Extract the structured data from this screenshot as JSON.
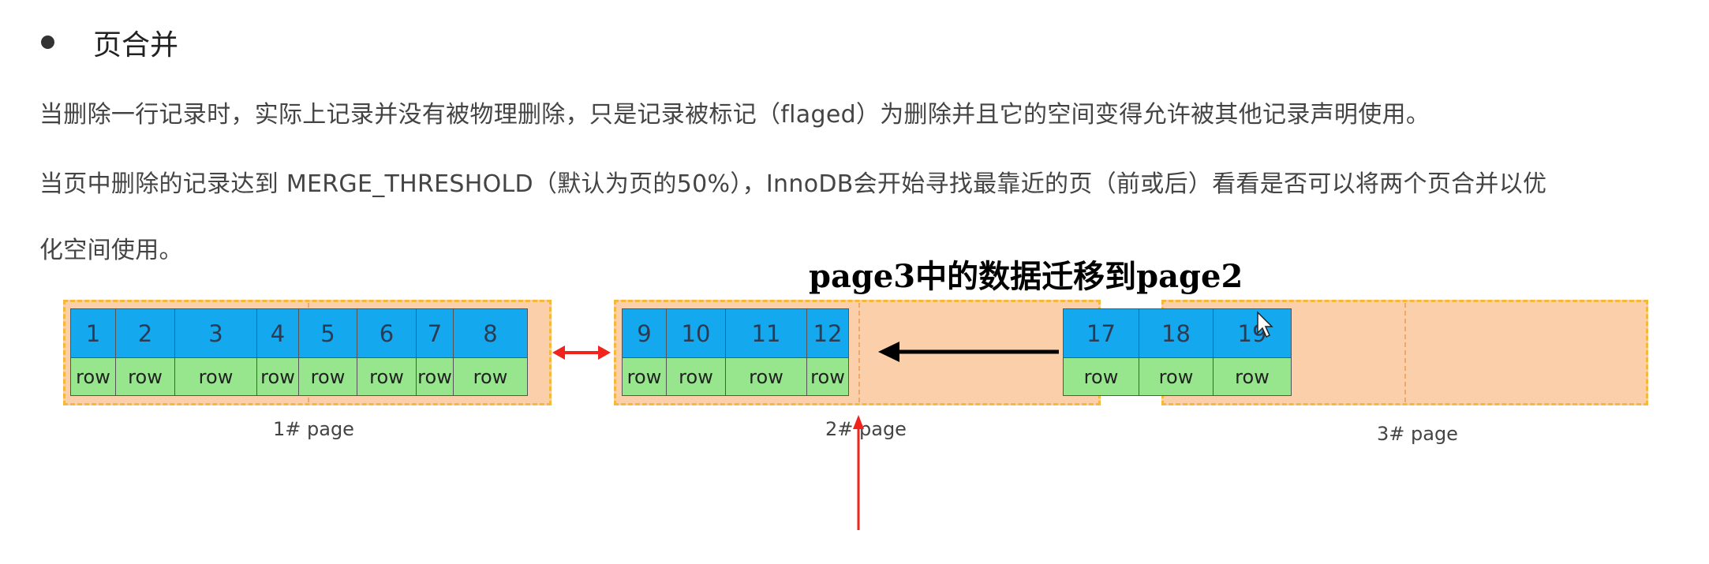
{
  "heading": "页合并",
  "paragraphs": [
    "当删除一行记录时，实际上记录并没有被物理删除，只是记录被标记（flaged）为删除并且它的空间变得允许被其他记录声明使用。",
    "当页中删除的记录达到 MERGE_THRESHOLD（默认为页的50%），InnoDB会开始寻找最靠近的页（前或后）看看是否可以将两个页合并以优",
    "化空间使用。"
  ],
  "annotation": "page3中的数据迁移到page2",
  "pages": [
    {
      "label": "1#  page",
      "records": [
        {
          "id": "1",
          "row": "row"
        },
        {
          "id": "2",
          "row": "row"
        },
        {
          "id": "3",
          "row": "row"
        },
        {
          "id": "4",
          "row": "row"
        },
        {
          "id": "5",
          "row": "row"
        },
        {
          "id": "6",
          "row": "row"
        },
        {
          "id": "7",
          "row": "row"
        },
        {
          "id": "8",
          "row": "row"
        }
      ]
    },
    {
      "label": "2# page",
      "records": [
        {
          "id": "9",
          "row": "row"
        },
        {
          "id": "10",
          "row": "row"
        },
        {
          "id": "11",
          "row": "row"
        },
        {
          "id": "12",
          "row": "row"
        }
      ]
    },
    {
      "label": "3#  page",
      "records": [
        {
          "id": "17",
          "row": "row"
        },
        {
          "id": "18",
          "row": "row"
        },
        {
          "id": "19",
          "row": "row"
        }
      ]
    }
  ],
  "colors": {
    "record_top": "#14a8ef",
    "record_bottom": "#97e68e",
    "page_fill": "#fbcfa9",
    "page_border": "#f5b93a",
    "arrow_red": "#f0241d",
    "arrow_black": "#000000"
  },
  "icons": [
    "mouse-cursor-icon",
    "double-arrow-icon",
    "left-arrow-icon",
    "up-arrow-icon"
  ]
}
